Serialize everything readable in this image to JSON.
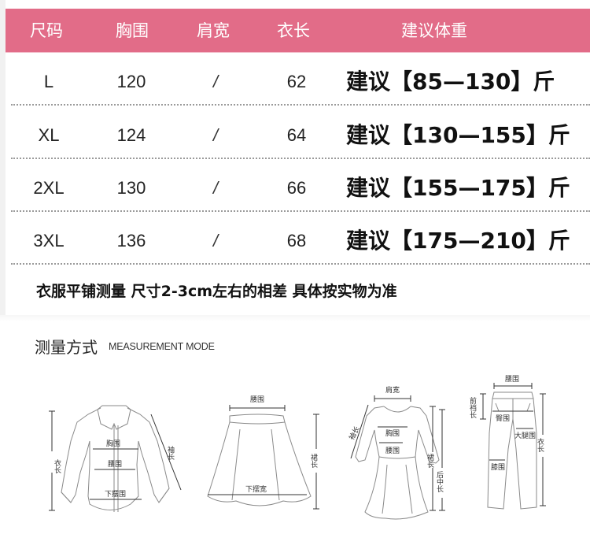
{
  "size_table": {
    "header_color": "#e26c88",
    "headers": [
      "尺码",
      "胸围",
      "肩宽",
      "衣长",
      "建议体重"
    ],
    "rows": [
      {
        "size": "L",
        "chest": "120",
        "shoulder": "/",
        "length": "62",
        "weight": "建议【85—130】斤"
      },
      {
        "size": "XL",
        "chest": "124",
        "shoulder": "/",
        "length": "64",
        "weight": "建议【130—155】斤"
      },
      {
        "size": "2XL",
        "chest": "130",
        "shoulder": "/",
        "length": "66",
        "weight": "建议【155—175】斤"
      },
      {
        "size": "3XL",
        "chest": "136",
        "shoulder": "/",
        "length": "68",
        "weight": "建议【175—210】斤"
      }
    ],
    "note": "衣服平铺测量 尺寸2-3cm左右的相差 具体按实物为准"
  },
  "measurement": {
    "title": "测量方式",
    "subtitle": "MEASUREMENT MODE",
    "shirt": {
      "length": "衣长",
      "chest": "胸围",
      "waist": "腰围",
      "hem": "下摆围",
      "sleeve": "袖长"
    },
    "skirt": {
      "waist": "腰围",
      "hem": "下摆宽",
      "length": "裙长"
    },
    "dress": {
      "shoulder": "肩宽",
      "sleeve": "袖长",
      "chest": "胸围",
      "waist": "腰围",
      "skirt_length": "裙长",
      "back_length": "后中长"
    },
    "pants": {
      "waist": "腰围",
      "front_rise": "前裆长",
      "hip": "臀围",
      "thigh": "大腿围",
      "knee": "膝围",
      "length": "衣长"
    }
  }
}
